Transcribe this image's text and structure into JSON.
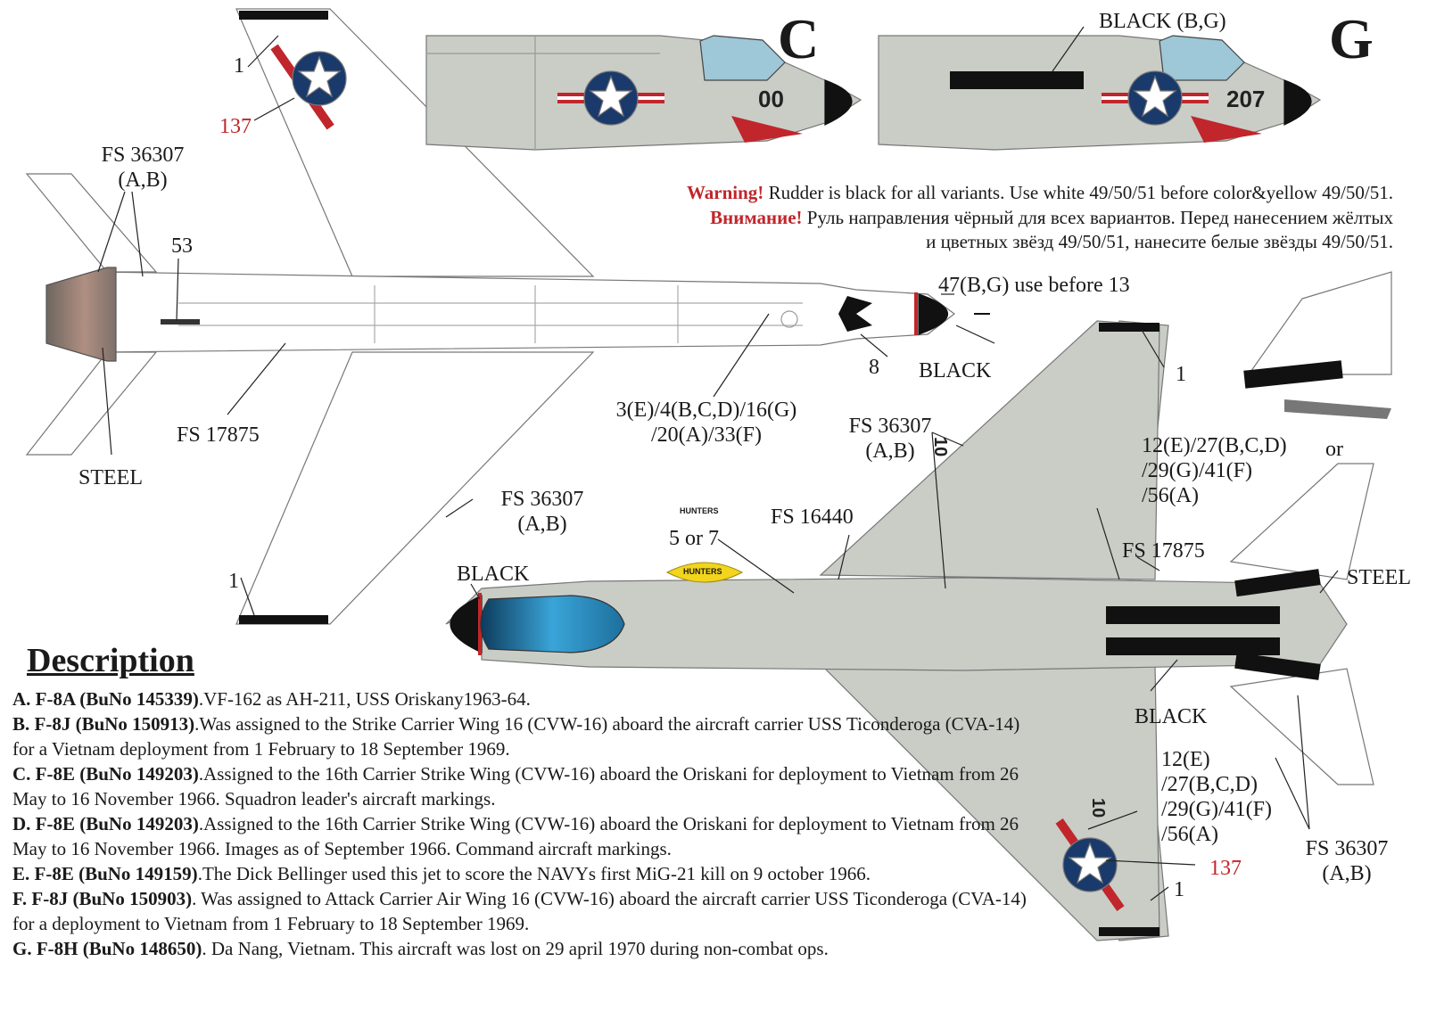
{
  "variant_letters": {
    "c": "C",
    "g": "G"
  },
  "warning": {
    "en_head": "Warning!",
    "en_text": " Rudder is black for all variants. Use white 49/50/51 before color&yellow 49/50/51.",
    "ru_head": "Внимание!",
    "ru_text1": " Руль направления чёрный для всех вариантов. Перед нанесением жёлтых",
    "ru_text2": "и цветных звёзд 49/50/51, нанесите белые звёзды 49/50/51."
  },
  "labels": {
    "black_bg": "BLACK (B,G)",
    "n1_top": "1",
    "n137_top": "137",
    "fs36307_left_1": "FS 36307",
    "fs36307_left_2": "(A,B)",
    "n53": "53",
    "fs17875_left": "FS 17875",
    "steel_left": "STEEL",
    "fs36307_mid_1": "FS 36307",
    "fs36307_mid_2": "(A,B)",
    "n1_bottom_left": "1",
    "black_nose_left": "BLACK",
    "n47": "47(B,G) use before 13",
    "n8": "8",
    "black_nose_top": "BLACK",
    "code_1": "3(E)/4(B,C,D)/16(G)",
    "code_2": "/20(A)/33(F)",
    "fs36307_right_1": "FS 36307",
    "fs36307_right_2": "(A,B)",
    "n1_right_top": "1",
    "code_r1": "12(E)/27(B,C,D)",
    "code_r2": "/29(G)/41(F)",
    "code_r3": "/56(A)",
    "or": "or",
    "fs16440": "FS 16440",
    "fs17875_right": "FS 17875",
    "steel_right": "STEEL",
    "black_tail": "BLACK",
    "five_or_seven": "5 or 7",
    "hunters_small": "HUNTERS",
    "hunters_badge": "HUNTERS",
    "code_b1": "12(E)",
    "code_b2": "/27(B,C,D)",
    "code_b3": "/29(G)/41(F)",
    "code_b4": "/56(A)",
    "n137_bottom": "137",
    "n1_bottom_right": "1",
    "fs36307_br_1": "FS 36307",
    "fs36307_br_2": "(A,B)",
    "modex_c": "00",
    "modex_g": "207",
    "modex_wing": "10"
  },
  "description": {
    "title": "Description",
    "items": [
      {
        "head": "A. F-8A (BuNo 145339)",
        "text": ".VF-162 as AH-211, USS Oriskany1963-64."
      },
      {
        "head": "B. F-8J (BuNo 150913)",
        "text": ".Was assigned to the Strike Carrier Wing 16 (CVW-16) aboard the aircraft carrier USS Ticonderoga (CVA-14) for a Vietnam deployment from 1 February to 18 September 1969."
      },
      {
        "head": "C. F-8E (BuNo 149203)",
        "text": ".Assigned to the 16th Carrier Strike Wing (CVW-16) aboard the Oriskani for deployment to Vietnam from 26 May to 16 November 1966. Squadron leader's aircraft markings."
      },
      {
        "head": "D. F-8E (BuNo 149203)",
        "text": ".Assigned to the 16th Carrier Strike Wing (CVW-16) aboard the Oriskani for deployment to Vietnam from 26 May to 16 November 1966. Images as of September 1966. Command aircraft markings."
      },
      {
        "head": "E. F-8E (BuNo 149159)",
        "text": ".The Dick Bellinger used this jet to score the NAVYs first MiG-21 kill on 9 october 1966."
      },
      {
        "head": "F. F-8J (BuNo 150903)",
        "text": ". Was assigned to Attack Carrier Air Wing 16 (CVW-16) aboard the aircraft carrier USS Ticonderoga (CVA-14) for a deployment to Vietnam from 1 February to 18 September 1969."
      },
      {
        "head": "G. F-8H (BuNo 148650)",
        "text": ". Da Nang, Vietnam. This aircraft was lost on 29 april 1970 during non-combat ops."
      }
    ]
  },
  "colors": {
    "gray": "#c9cdc6",
    "gray_dark": "#a9aea7",
    "navy": "#1a3a6b",
    "red": "#c0262b",
    "black": "#111111",
    "steel": "#8a7a72",
    "canopy": "#2a8fc4",
    "yellow": "#f2d51c"
  }
}
